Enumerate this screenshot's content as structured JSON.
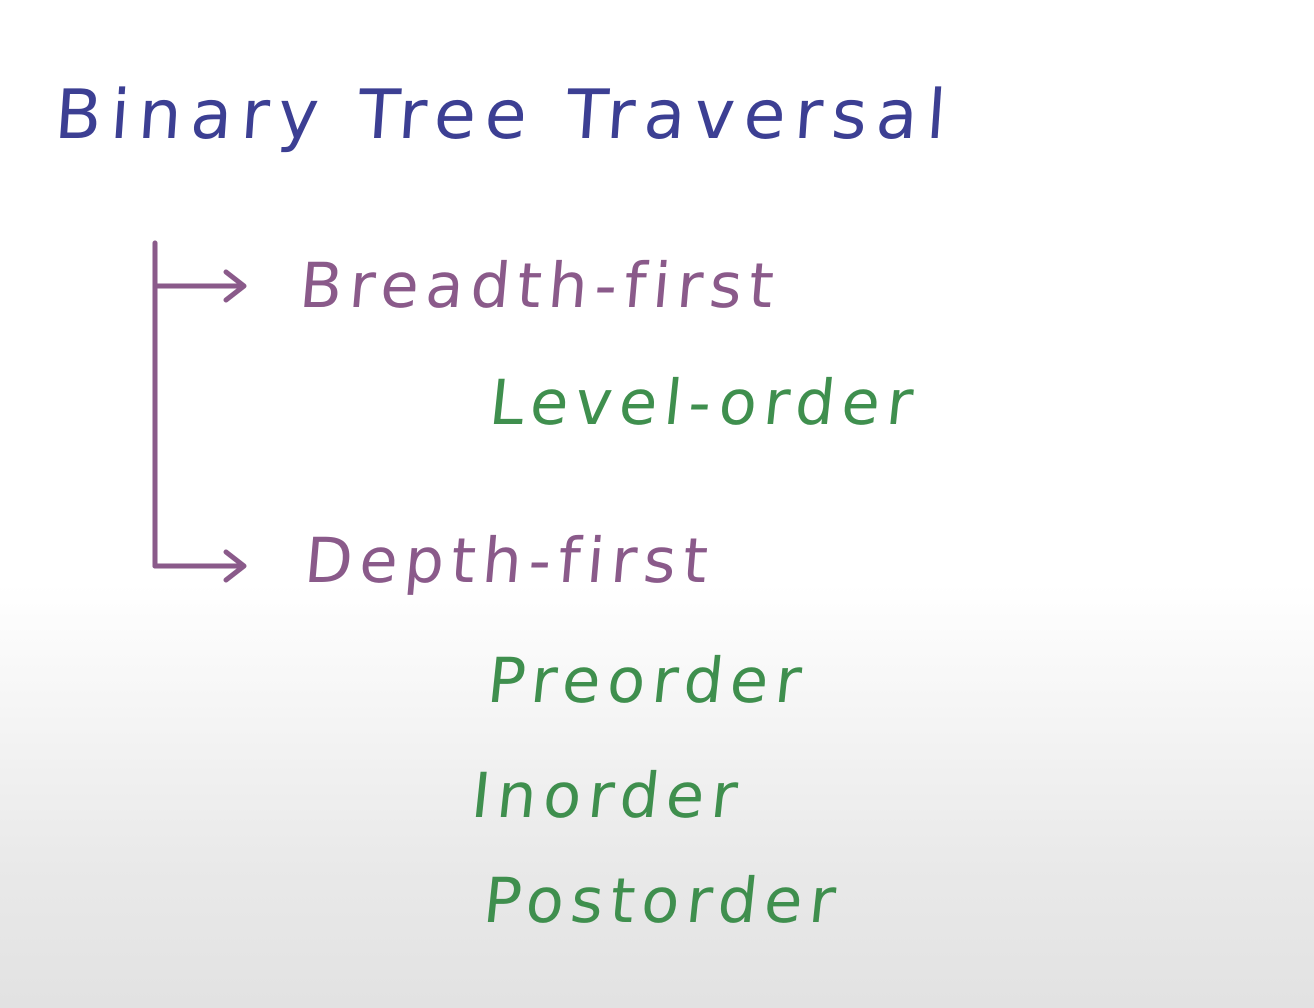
{
  "colors": {
    "title": "#3c3f93",
    "category": "#8a5a8a",
    "leaf": "#3f8f4e"
  },
  "diagram": {
    "title": "Binary Tree Traversal",
    "categories": [
      {
        "label": "Breadth-first",
        "items": [
          "Level-order"
        ]
      },
      {
        "label": "Depth-first",
        "items": [
          "Preorder",
          "Inorder",
          "Postorder"
        ]
      }
    ]
  }
}
